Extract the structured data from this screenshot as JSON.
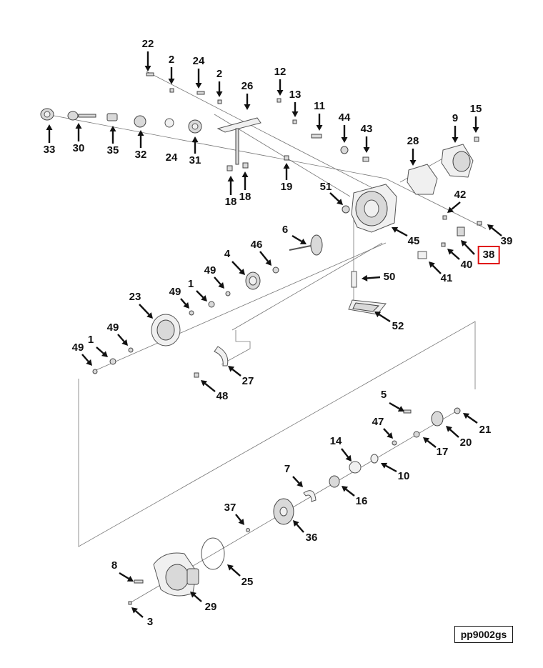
{
  "reference_code": "pp9002gs",
  "callouts": [
    "22",
    "2",
    "24",
    "2",
    "26",
    "12",
    "13",
    "11",
    "44",
    "43",
    "33",
    "30",
    "35",
    "32",
    "24",
    "31",
    "28",
    "9",
    "15",
    "18",
    "18",
    "19",
    "51",
    "42",
    "45",
    "39",
    "38",
    "40",
    "41",
    "6",
    "46",
    "4",
    "49",
    "1",
    "49",
    "23",
    "49",
    "1",
    "49",
    "27",
    "48",
    "50",
    "52",
    "5",
    "21",
    "47",
    "20",
    "17",
    "14",
    "10",
    "7",
    "16",
    "37",
    "36",
    "25",
    "8",
    "29",
    "3"
  ],
  "highlighted_callout": "38"
}
